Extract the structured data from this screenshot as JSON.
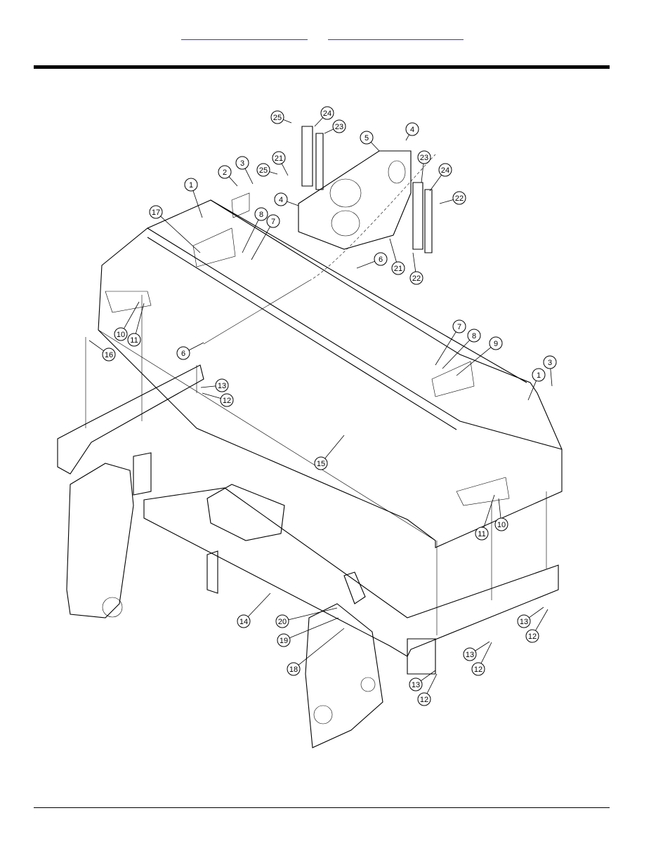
{
  "header": {
    "link_1": "",
    "link_2": ""
  },
  "diagram": {
    "callouts": [
      {
        "id": "c25a",
        "label": "25"
      },
      {
        "id": "c24a",
        "label": "24"
      },
      {
        "id": "c23a",
        "label": "23"
      },
      {
        "id": "c5",
        "label": "5"
      },
      {
        "id": "c4a",
        "label": "4"
      },
      {
        "id": "c23b",
        "label": "23"
      },
      {
        "id": "c24b",
        "label": "24"
      },
      {
        "id": "c2",
        "label": "2"
      },
      {
        "id": "c3a",
        "label": "3"
      },
      {
        "id": "c21a",
        "label": "21"
      },
      {
        "id": "c25b",
        "label": "25"
      },
      {
        "id": "c1a",
        "label": "1"
      },
      {
        "id": "c4b",
        "label": "4"
      },
      {
        "id": "c22a",
        "label": "22"
      },
      {
        "id": "c17",
        "label": "17"
      },
      {
        "id": "c8a",
        "label": "8"
      },
      {
        "id": "c7a",
        "label": "7"
      },
      {
        "id": "c6a",
        "label": "6"
      },
      {
        "id": "c21b",
        "label": "21"
      },
      {
        "id": "c22b",
        "label": "22"
      },
      {
        "id": "c10a",
        "label": "10"
      },
      {
        "id": "c11a",
        "label": "11"
      },
      {
        "id": "c16",
        "label": "16"
      },
      {
        "id": "c6b",
        "label": "6"
      },
      {
        "id": "c7b",
        "label": "7"
      },
      {
        "id": "c8b",
        "label": "8"
      },
      {
        "id": "c9",
        "label": "9"
      },
      {
        "id": "c3b",
        "label": "3"
      },
      {
        "id": "c1b",
        "label": "1"
      },
      {
        "id": "c13a",
        "label": "13"
      },
      {
        "id": "c12a",
        "label": "12"
      },
      {
        "id": "c15",
        "label": "15"
      },
      {
        "id": "c11b",
        "label": "11"
      },
      {
        "id": "c10b",
        "label": "10"
      },
      {
        "id": "c14",
        "label": "14"
      },
      {
        "id": "c20",
        "label": "20"
      },
      {
        "id": "c19",
        "label": "19"
      },
      {
        "id": "c18",
        "label": "18"
      },
      {
        "id": "c13b",
        "label": "13"
      },
      {
        "id": "c12b",
        "label": "12"
      },
      {
        "id": "c13c",
        "label": "13"
      },
      {
        "id": "c12c",
        "label": "12"
      },
      {
        "id": "c13d",
        "label": "13"
      },
      {
        "id": "c12d",
        "label": "12"
      }
    ]
  }
}
